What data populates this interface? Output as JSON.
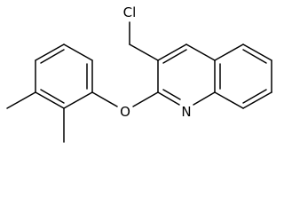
{
  "molecule": {
    "atoms": {
      "chlorine": "Cl",
      "oxygen": "O",
      "nitrogen": "N"
    },
    "colors": {
      "bond": "#000000",
      "label": "#000000",
      "background": "#ffffff"
    }
  }
}
